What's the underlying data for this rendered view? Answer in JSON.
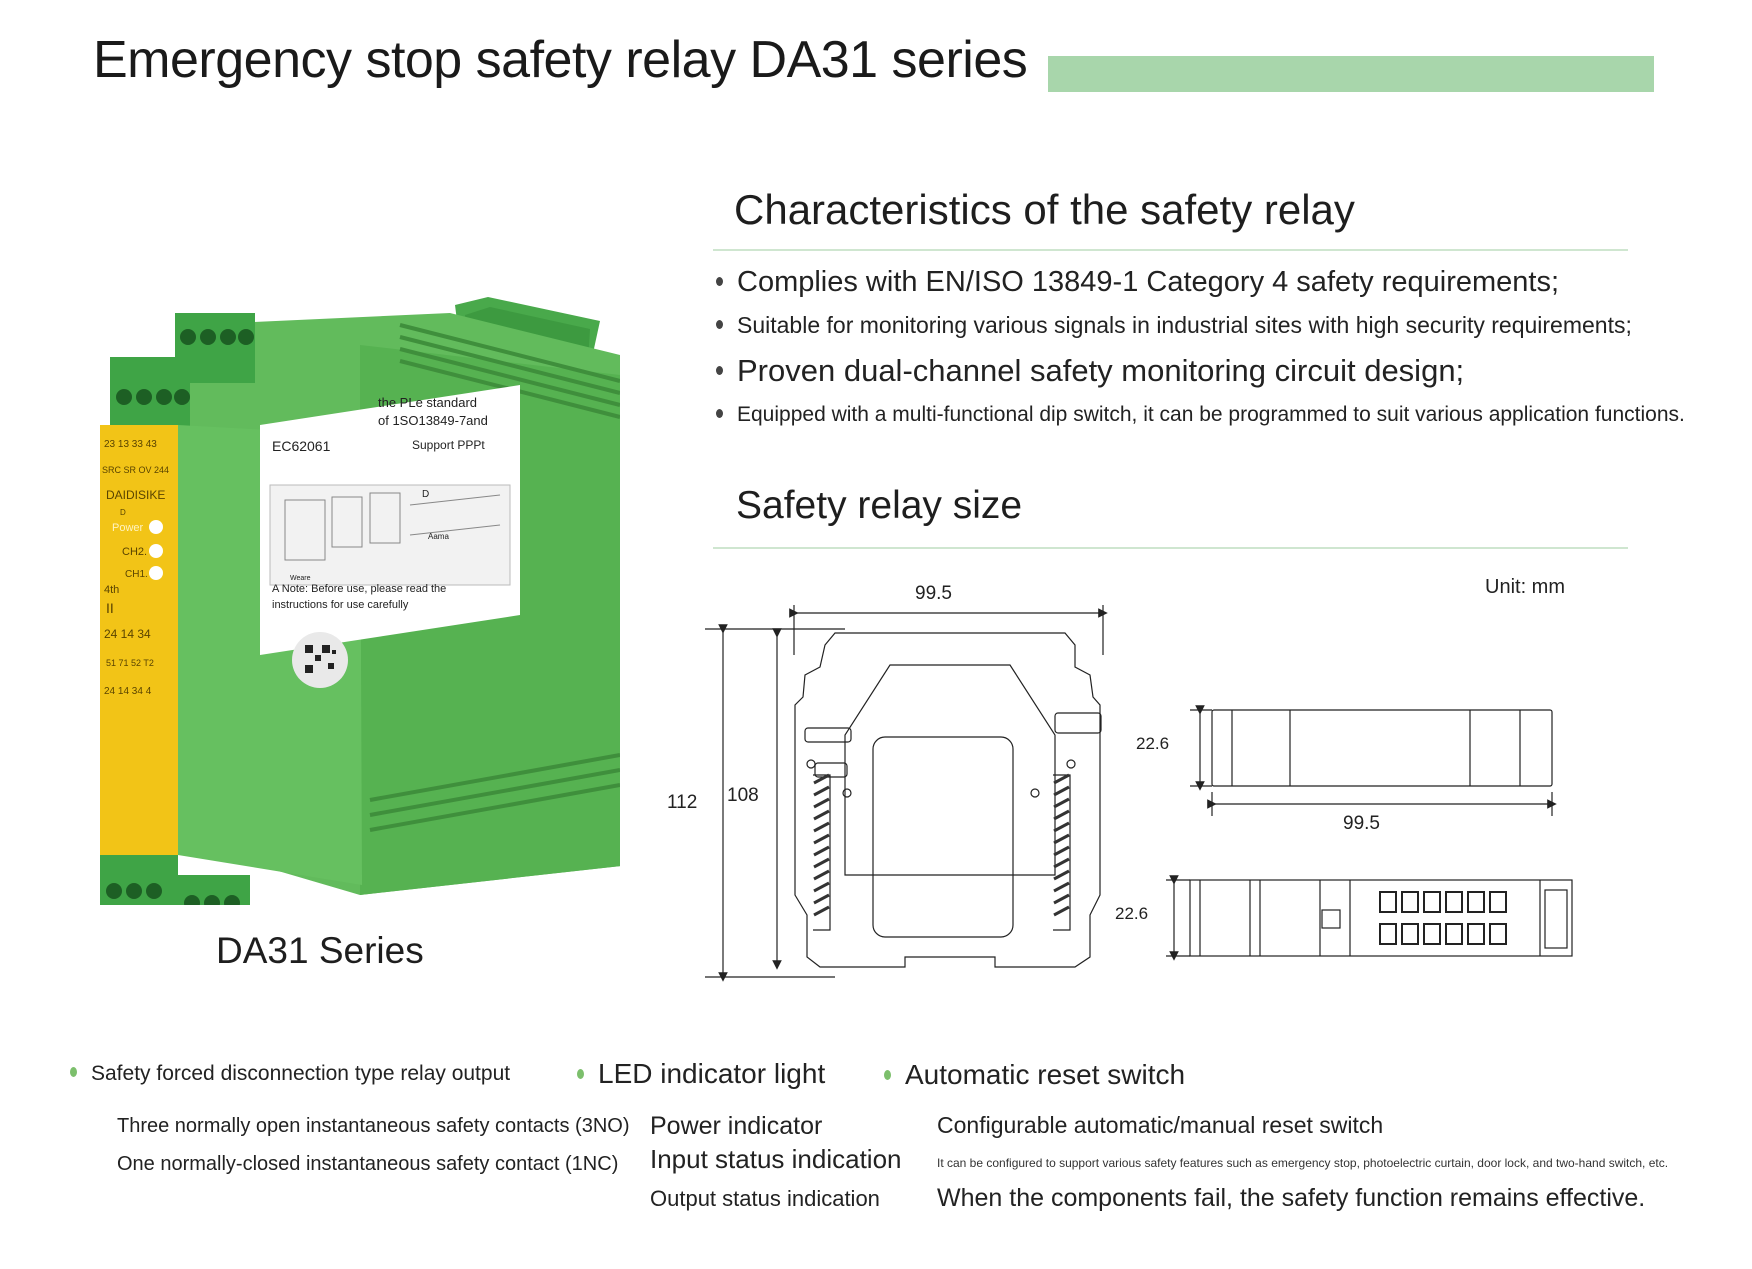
{
  "header": {
    "title": "Emergency stop safety relay DA31 series",
    "accent_color": "#a8d6ab"
  },
  "product": {
    "caption": "DA31 Series",
    "label_texts": {
      "top_terminals": "23 13 33 43",
      "signals": "SRC SR OV 244",
      "brand": "DAIDISIKE",
      "brand_sub": "D",
      "power": "Power",
      "ch2": "CH2.",
      "ch1": "CH1.",
      "fourth": "4th",
      "pause": "II",
      "mid_terminals": "24 14 34",
      "lower_codes": "51 71 52 T2",
      "bottom_terminals": "24 14 34 4",
      "standard_line1": "the PLe standard",
      "standard_line2": "of 1SO13849-7and",
      "ec": "EC62061",
      "support": "Support PPPt",
      "d_mark": "D",
      "aama": "Aama",
      "weare": "Weare",
      "note_line1": "A Note: Before use, please read the",
      "note_line2": "instructions for use carefully"
    },
    "colors": {
      "housing": "#5cb85a",
      "terminal_block": "#3fa446",
      "yellow_panel": "#f2c417"
    }
  },
  "characteristics": {
    "heading": "Characteristics of the safety relay",
    "items": [
      "Complies with EN/ISO 13849-1 Category 4 safety requirements;",
      "Suitable for monitoring various signals in industrial sites with high security requirements;",
      "Proven dual-channel safety monitoring circuit design;",
      "Equipped with a multi-functional dip switch, it can be programmed to suit various application functions."
    ]
  },
  "size": {
    "heading": "Safety relay size",
    "unit": "Unit: mm",
    "front_width": "99.5",
    "outer_height": "112",
    "inner_height": "108",
    "top_view_height": "22.6",
    "top_view_width": "99.5",
    "bottom_view_height": "22.6"
  },
  "features": {
    "col1": {
      "title": "Safety forced disconnection type relay output",
      "lines": [
        "Three normally open instantaneous safety contacts (3NO)",
        "One normally-closed instantaneous safety contact (1NC)"
      ]
    },
    "col2": {
      "title": "LED indicator light",
      "lines": [
        "Power indicator",
        "Input status indication",
        "Output status indication"
      ]
    },
    "col3": {
      "title": "Automatic reset switch",
      "line1": "Configurable automatic/manual reset switch",
      "line2": "It can be configured to support various safety features such as emergency stop, photoelectric curtain, door lock, and two-hand switch, etc.",
      "line3": "When the components fail, the safety function remains effective."
    }
  }
}
